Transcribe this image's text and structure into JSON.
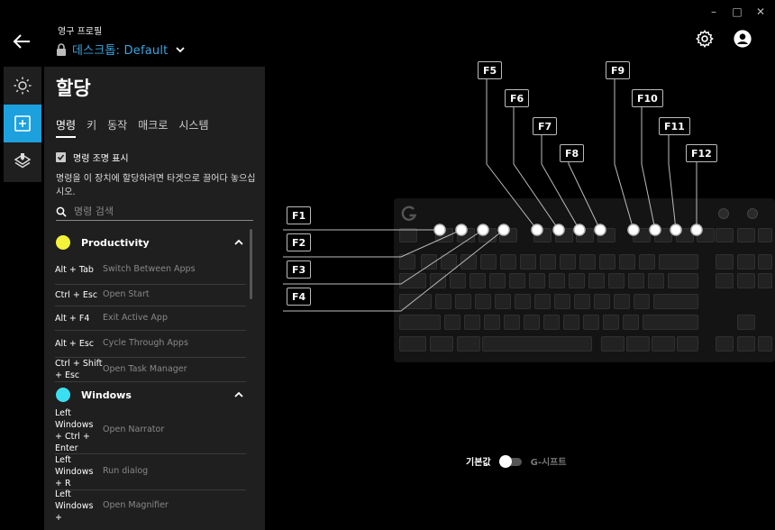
{
  "window": {
    "minimize": "–",
    "maximize": "□",
    "close": "✕"
  },
  "header": {
    "profile_label": "영구 프로필",
    "profile_name": "데스크톱: Default"
  },
  "panel": {
    "title": "할당",
    "tabs": [
      {
        "label": "명령",
        "active": true
      },
      {
        "label": "키",
        "active": false
      },
      {
        "label": "동작",
        "active": false
      },
      {
        "label": "매크로",
        "active": false
      },
      {
        "label": "시스템",
        "active": false
      }
    ],
    "show_lighting_label": "명령 조명 표시",
    "show_lighting_checked": true,
    "help_text": "명령을 이 장치에 할당하려면 타겟으로 끌어다 놓으십시오.",
    "search_placeholder": "명령 검색"
  },
  "groups": [
    {
      "name": "Productivity",
      "color": "#f2f23a",
      "commands": [
        {
          "key": "Alt + Tab",
          "desc": "Switch Between Apps"
        },
        {
          "key": "Ctrl + Esc",
          "desc": "Open Start"
        },
        {
          "key": "Alt + F4",
          "desc": "Exit Active App"
        },
        {
          "key": "Alt + Esc",
          "desc": "Cycle Through Apps"
        },
        {
          "key": "Ctrl + Shift + Esc",
          "desc": "Open Task Manager"
        }
      ]
    },
    {
      "name": "Windows",
      "color": "#3ae0f2",
      "commands": [
        {
          "key": "Left Windows + Ctrl + Enter",
          "desc": "Open Narrator"
        },
        {
          "key": "Left Windows + R",
          "desc": "Run dialog"
        },
        {
          "key": "Left Windows +",
          "desc": "Open Magnifier"
        }
      ]
    }
  ],
  "callouts": [
    "F1",
    "F2",
    "F3",
    "F4",
    "F5",
    "F6",
    "F7",
    "F8",
    "F9",
    "F10",
    "F11",
    "F12"
  ],
  "shift_toggle": {
    "left_label": "기본값",
    "right_label": "G-시프트"
  },
  "icons": {
    "back": "arrow-left-icon",
    "lock": "lock-icon",
    "settings": "gear-icon",
    "account": "user-icon",
    "lighting": "sun-icon",
    "assign": "plus-box-icon",
    "game_mode": "layers-icon",
    "search": "search-icon"
  },
  "colors": {
    "accent": "#1ca1de",
    "panel": "#1f1f1f",
    "background": "#000000"
  }
}
